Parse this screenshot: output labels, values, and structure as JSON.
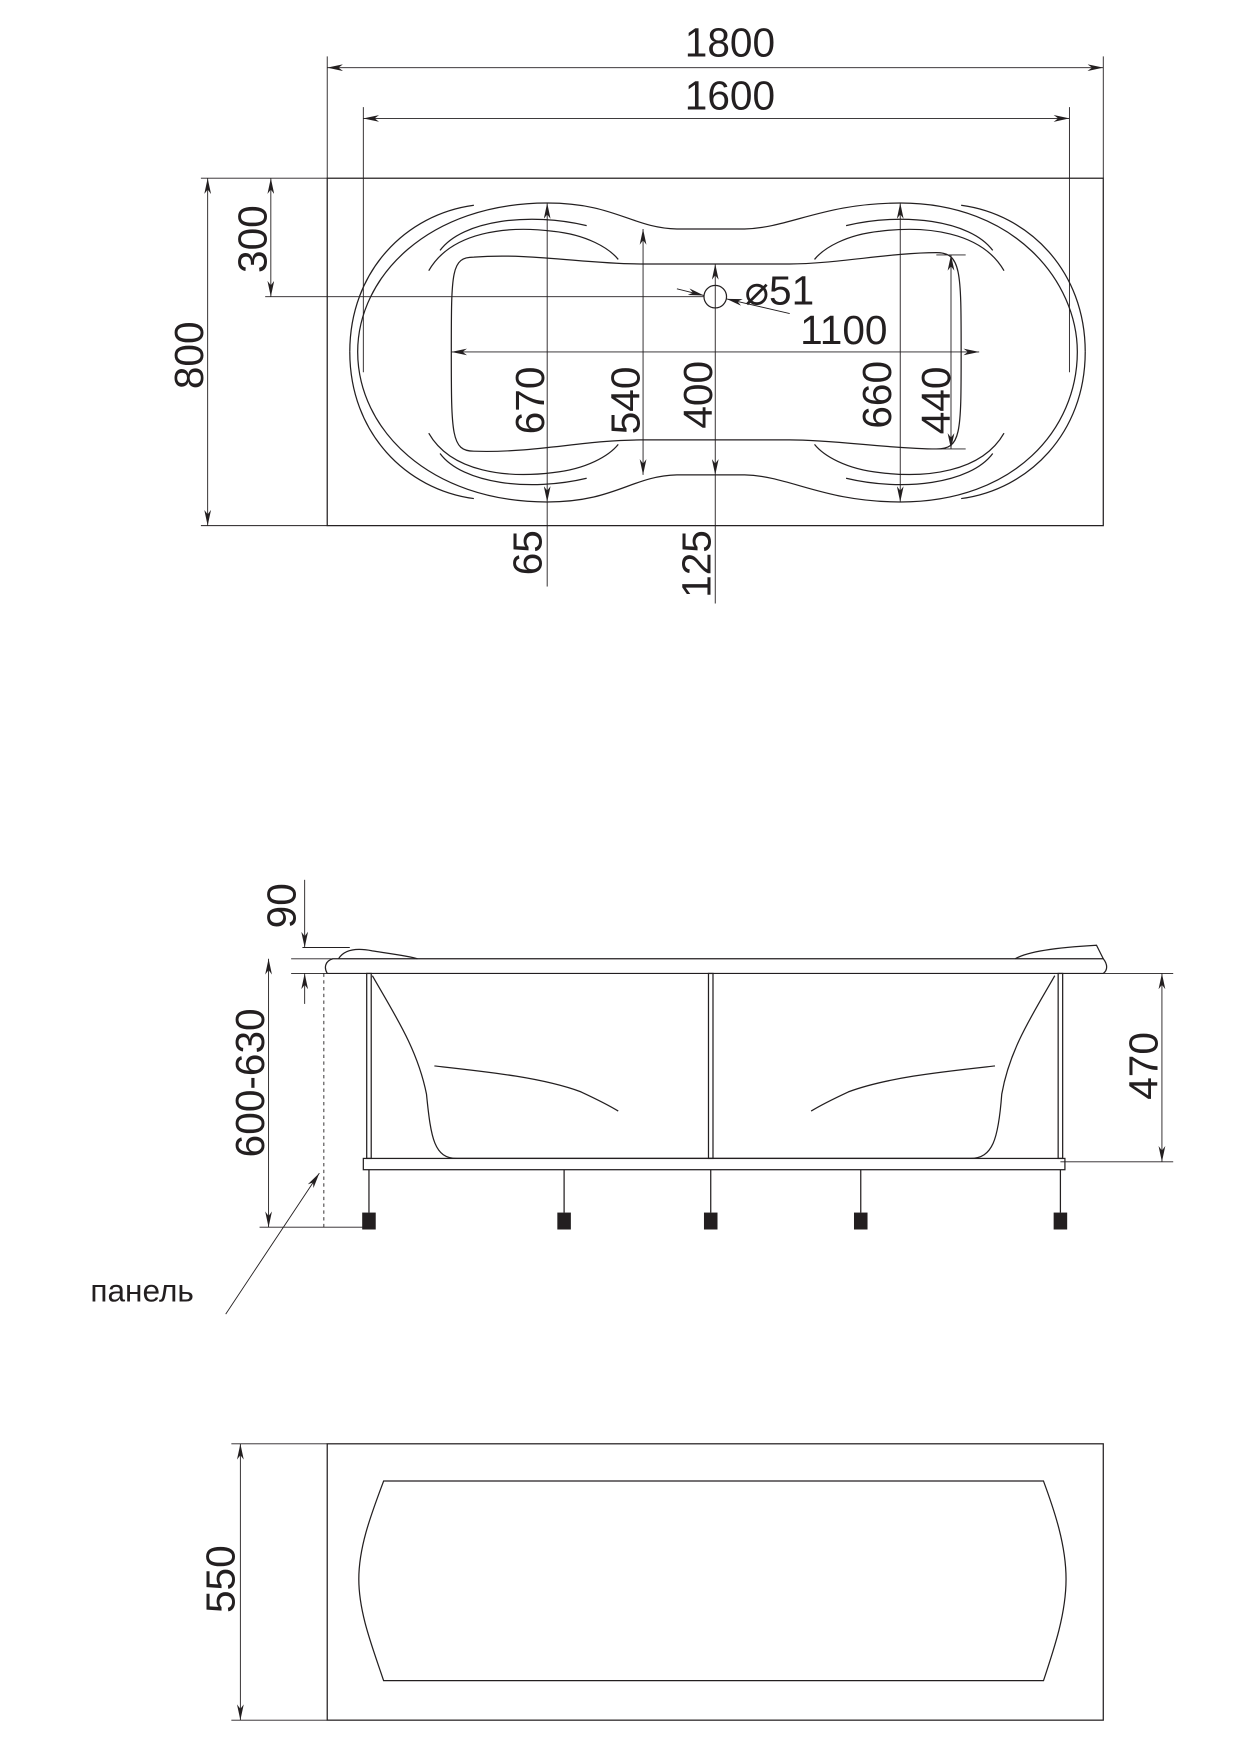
{
  "top_view": {
    "overall_length": "1800",
    "rim_length": "1600",
    "overall_width": "800",
    "drain_offset": "300",
    "drain_diameter": "⌀51",
    "inner_length": "1100",
    "width_at_left": "670",
    "width_at_waist": "540",
    "drain_section": "400",
    "width_at_right": "660",
    "inner_width_right": "440",
    "offset_left": "65",
    "offset_drain": "125"
  },
  "side_view": {
    "headrest_height": "90",
    "total_height": "600-630",
    "depth": "470",
    "panel_label": "панель"
  },
  "panel_view": {
    "panel_height": "550"
  },
  "colors": {
    "line": "#231f20",
    "background": "#ffffff"
  }
}
